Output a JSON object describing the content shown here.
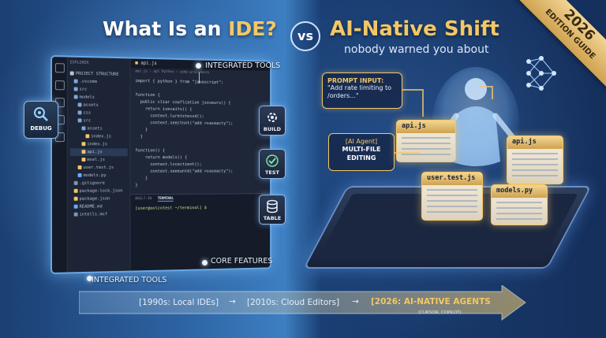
{
  "header": {
    "left_title_prefix": "What Is an ",
    "left_title_highlight": "IDE?",
    "vs": "vs",
    "right_title": "AI-Native Shift",
    "right_subtitle": "nobody warned you about"
  },
  "banner": {
    "year": "2026",
    "text": "EDITION GUIDE"
  },
  "callouts": {
    "integrated_tools_top": "INTEGRATED TOOLS",
    "integrated_tools_bottom": "INTEGRATED TOOLS",
    "core_features": "CORE FEATURES"
  },
  "tiles": {
    "debug": "DEBUG",
    "build": "BUILD",
    "test": "TEST",
    "table": "TABLE"
  },
  "ide": {
    "explorer_label": "EXPLORER",
    "tree": [
      {
        "label": "PROJECT STRUCTURE",
        "color": "#b8c4d8",
        "indent": 0
      },
      {
        "label": ".vscode",
        "color": "#7fa7d8",
        "indent": 1
      },
      {
        "label": "src",
        "color": "#7fa7d8",
        "indent": 1
      },
      {
        "label": "models",
        "color": "#7fa7d8",
        "indent": 1
      },
      {
        "label": "assets",
        "color": "#7fa7d8",
        "indent": 2
      },
      {
        "label": "css",
        "color": "#7fa7d8",
        "indent": 2
      },
      {
        "label": "src",
        "color": "#7fa7d8",
        "indent": 2
      },
      {
        "label": "assets",
        "color": "#7fa7d8",
        "indent": 3
      },
      {
        "label": "index.js",
        "color": "#f3c766",
        "indent": 4
      },
      {
        "label": "index.js",
        "color": "#f3c766",
        "indent": 3
      },
      {
        "label": "api.js",
        "color": "#f3c766",
        "indent": 3,
        "selected": true
      },
      {
        "label": "msel.js",
        "color": "#f3c766",
        "indent": 3
      },
      {
        "label": "user.test.js",
        "color": "#f3c766",
        "indent": 2
      },
      {
        "label": "models.py",
        "color": "#6fa8ff",
        "indent": 2
      },
      {
        "label": ".gitignore",
        "color": "#8592a8",
        "indent": 1
      },
      {
        "label": "package-lock.json",
        "color": "#f3c766",
        "indent": 1
      },
      {
        "label": "package.json",
        "color": "#f3c766",
        "indent": 1
      },
      {
        "label": "README.md",
        "color": "#6fa8ff",
        "indent": 1
      },
      {
        "label": "intelli.msf",
        "color": "#8592a8",
        "indent": 1
      }
    ],
    "tab": "api.js",
    "breadcrumb": "api.js  ›  apl Python  ›  code-procedents",
    "code_lines": [
      "import { python } from \"javascript\";",
      "",
      "function {",
      "  public cliar coaflcation jsoseurs() {",
      "    return isecaits() {",
      "      context.luretxtessd();",
      "      context.seectnnt(\"add >saseacty\");",
      "    }",
      "  }",
      "",
      "function() {",
      "    return models() {",
      "      context.lscectient();",
      "      context.seeeuntd(\"add >saseacty\");",
      "    }",
      "}"
    ],
    "term_tab_builtin": "BUILT-IN",
    "term_tab_terminal": "TERMINAL",
    "prompt": "[user@oolcotest ~/terminal] $"
  },
  "ai": {
    "prompt_title": "PROMPT INPUT:",
    "prompt_text": "\"Add rate limiting to /orders...\"",
    "agent_title": "[AI Agent]",
    "agent_text": "MULTI-FILE EDITING",
    "files": {
      "api_left": "api.js",
      "user_test": "user.test.js",
      "api_right": "api.js",
      "models": "models.py"
    }
  },
  "timeline": {
    "step1": "[1990s: Local IDEs]",
    "step2": "[2010s: Cloud Editors]",
    "step3": "[2026: AI-NATIVE AGENTS",
    "step3_sub": "(CURSOR, COPILOT)"
  },
  "colors": {
    "accent_gold": "#f3c766",
    "glow_blue": "#6aa8e6"
  }
}
